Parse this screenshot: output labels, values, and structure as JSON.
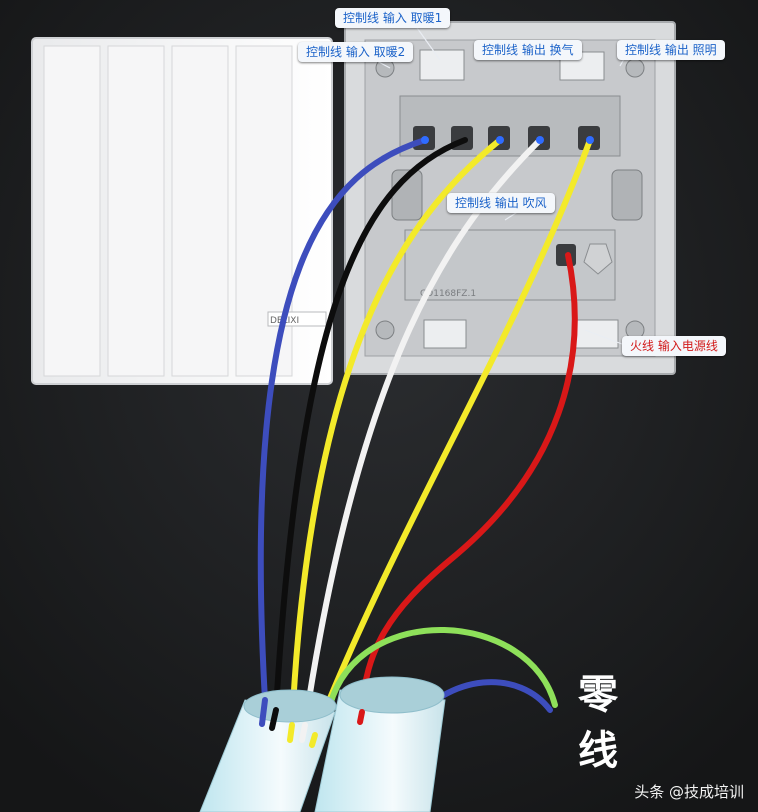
{
  "labels": {
    "ctrl_in_1": "控制线 输入 取暖1",
    "ctrl_in_2": "控制线 输入 取暖2",
    "ctrl_out_vent": "控制线 输出 换气",
    "ctrl_out_light": "控制线 输出 照明",
    "ctrl_out_blow": "控制线 输出 吹风",
    "live_in": "火线 输入电源线"
  },
  "neutral_label_1": "零",
  "neutral_label_2": "线",
  "watermark": "头条 @技成培训",
  "panel_brand": "DELIXI",
  "panel_model": "CD1168FZ.1",
  "colors": {
    "blue": "#3d4dbd",
    "black": "#0d0d0d",
    "yellow": "#f3ea2a",
    "white": "#f2f2f2",
    "red": "#d91818",
    "green": "#8ee05a",
    "label_blue": "#1c63c9",
    "label_red": "#d21b1b"
  }
}
